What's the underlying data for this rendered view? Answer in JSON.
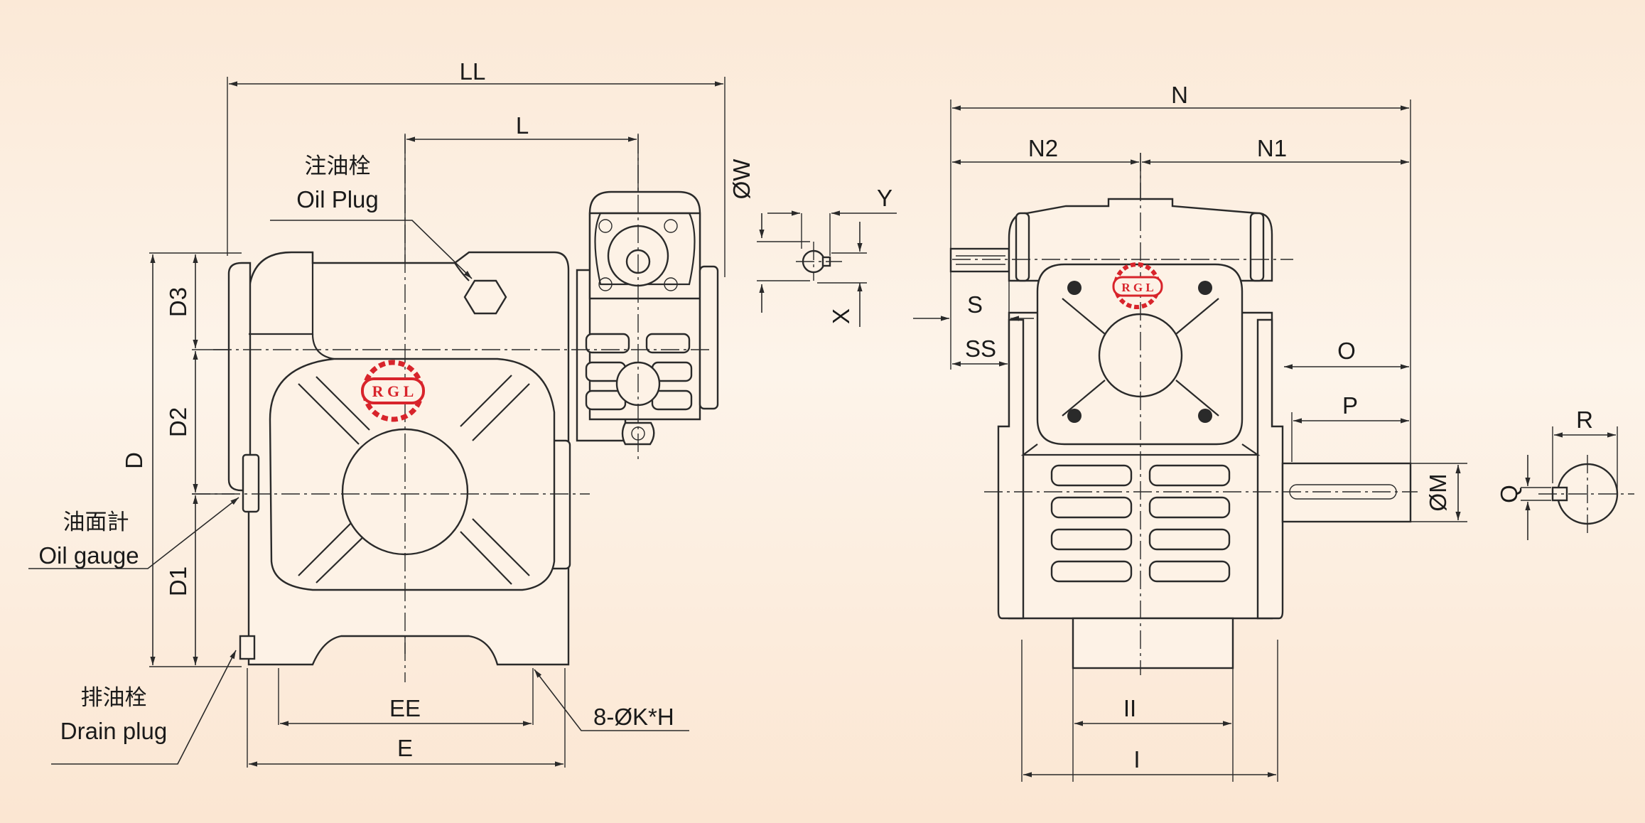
{
  "dimensions": {
    "LL": "LL",
    "L": "L",
    "D": "D",
    "D1": "D1",
    "D2": "D2",
    "D3": "D3",
    "E": "E",
    "EE": "EE",
    "K_H": "8-ØK*H",
    "W": "ØW",
    "X": "X",
    "Y": "Y",
    "N": "N",
    "N1": "N1",
    "N2": "N2",
    "S": "S",
    "SS": "SS",
    "O": "O",
    "P": "P",
    "M": "ØM",
    "Q": "Q",
    "R": "R",
    "I": "I",
    "II": "II"
  },
  "callouts": {
    "oil_plug_cn": "注油栓",
    "oil_plug_en": "Oil Plug",
    "oil_gauge_cn": "油面計",
    "oil_gauge_en": "Oil gauge",
    "drain_plug_cn": "排油栓",
    "drain_plug_en": "Drain plug"
  },
  "logo": {
    "text": "R G L",
    "color": "#d8242b"
  },
  "colors": {
    "background": "#fbe9d7",
    "line": "#2a2a2a"
  }
}
